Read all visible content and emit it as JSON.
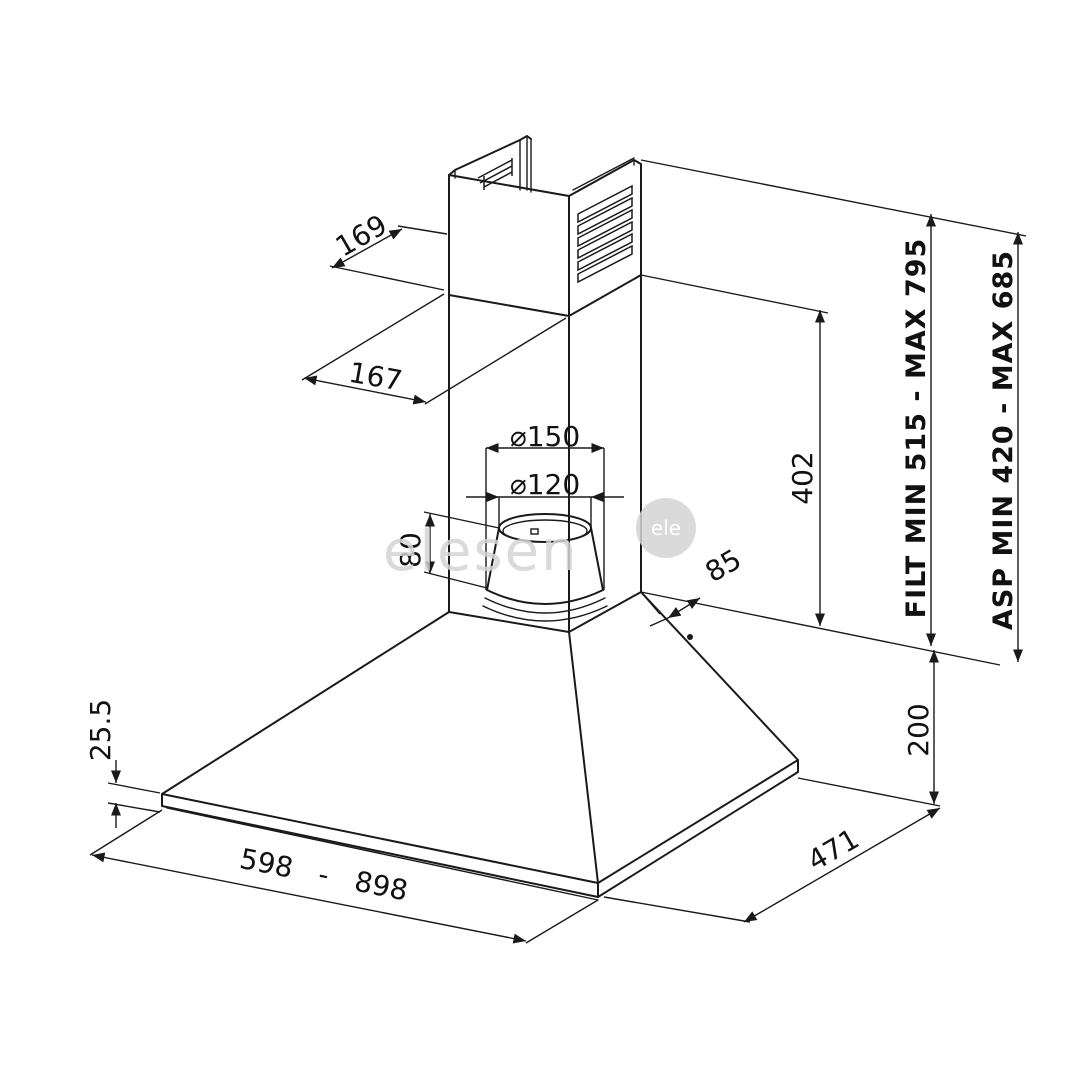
{
  "watermark": {
    "text": "elesen",
    "badge": "ele"
  },
  "dimensions": {
    "chimney_depth": "169",
    "chimney_width": "167",
    "outlet_outer": "⌀150",
    "outlet_inner": "⌀120",
    "collar_height": "80",
    "wall_gap": "85",
    "lower_chimney": "402",
    "filt_range": "FILT MIN 515 - MAX 795",
    "asp_range": "ASP MIN 420 - MAX 685",
    "hood_height": "200",
    "canopy_thickness": "25.5",
    "width_range": "598   -   898",
    "depth": "471"
  },
  "colors": {
    "line": "#1a1a1a",
    "watermark": "#d4d4d4"
  }
}
